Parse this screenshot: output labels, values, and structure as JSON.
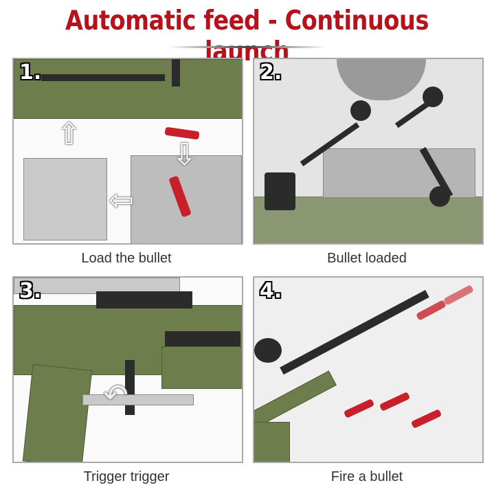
{
  "title": "Automatic feed - Continuous launch",
  "panels": [
    {
      "number": "1.",
      "caption": "Load the bullet"
    },
    {
      "number": "2.",
      "caption": "Bullet loaded"
    },
    {
      "number": "3.",
      "caption": "Trigger trigger"
    },
    {
      "number": "4.",
      "caption": "Fire a bullet"
    }
  ],
  "colors": {
    "title": "#b5121b",
    "olive": "#6e7d4c",
    "bullet": "#c8202a"
  }
}
